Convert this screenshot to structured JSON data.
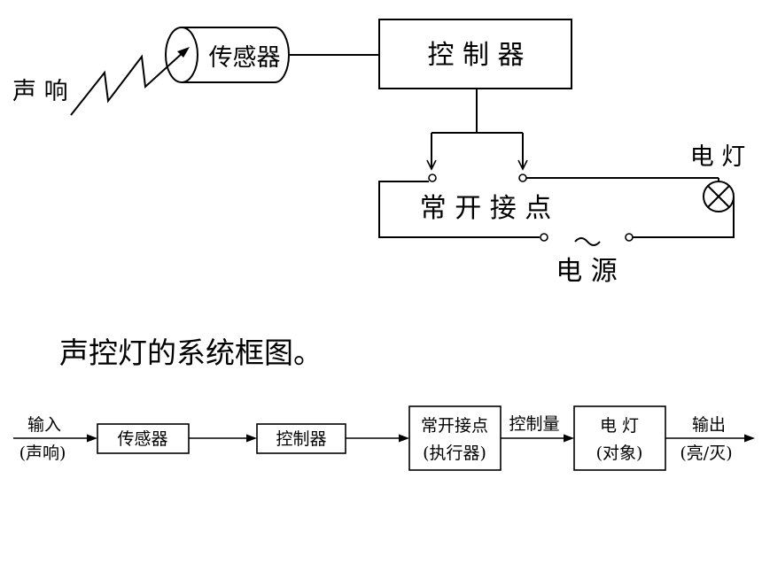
{
  "circuit": {
    "sound_label": "声 响",
    "sensor_label": "传感器",
    "controller_label": "控 制 器",
    "lamp_label": "电 灯",
    "contact_label": "常 开 接 点",
    "power_label": "电 源"
  },
  "caption": "声控灯的系统框图。",
  "block_diagram": {
    "input_label": "输入",
    "input_sub": "(声响)",
    "sensor": "传感器",
    "controller": "控制器",
    "actuator_line1": "常开接点",
    "actuator_line2": "(执行器)",
    "control_signal": "控制量",
    "object_line1": "电 灯",
    "object_line2": "(对象)",
    "output_label": "输出",
    "output_sub": "(亮/灭)"
  }
}
